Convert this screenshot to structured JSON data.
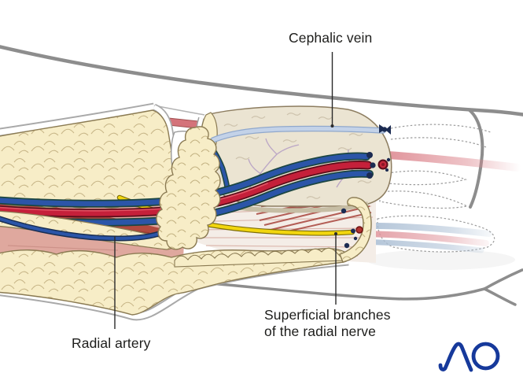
{
  "figure": {
    "labels": {
      "cephalic_vein": "Cephalic vein",
      "radial_artery": "Radial artery",
      "superficial_branches_line1": "Superficial branches",
      "superficial_branches_line2": "of the radial nerve"
    },
    "logo": {
      "text": "AO",
      "color": "#16399b"
    },
    "palette": {
      "artery_red": "#c5203a",
      "vein_blue": "#2b55a8",
      "nerve_yellow": "#f2d60e",
      "cephalic_vein_blue": "#c3d2e8",
      "fat_cream": "#f7edc7",
      "muscle_pink": "#dfa89e",
      "muscle_red": "#b24a3f",
      "skin_outline_gray": "#8d8d8d",
      "ligature_navy": "#1b2b52",
      "label_text": "#1d1d1b"
    }
  }
}
